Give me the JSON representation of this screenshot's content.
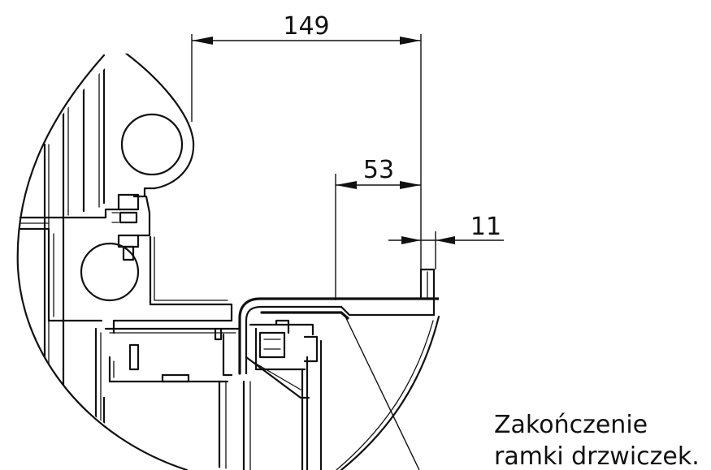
{
  "dimensions": {
    "overall_width": "149",
    "offset": "53",
    "lip": "11"
  },
  "callout": {
    "line1": "Zakończenie",
    "line2": "ramki drzwiczek."
  }
}
